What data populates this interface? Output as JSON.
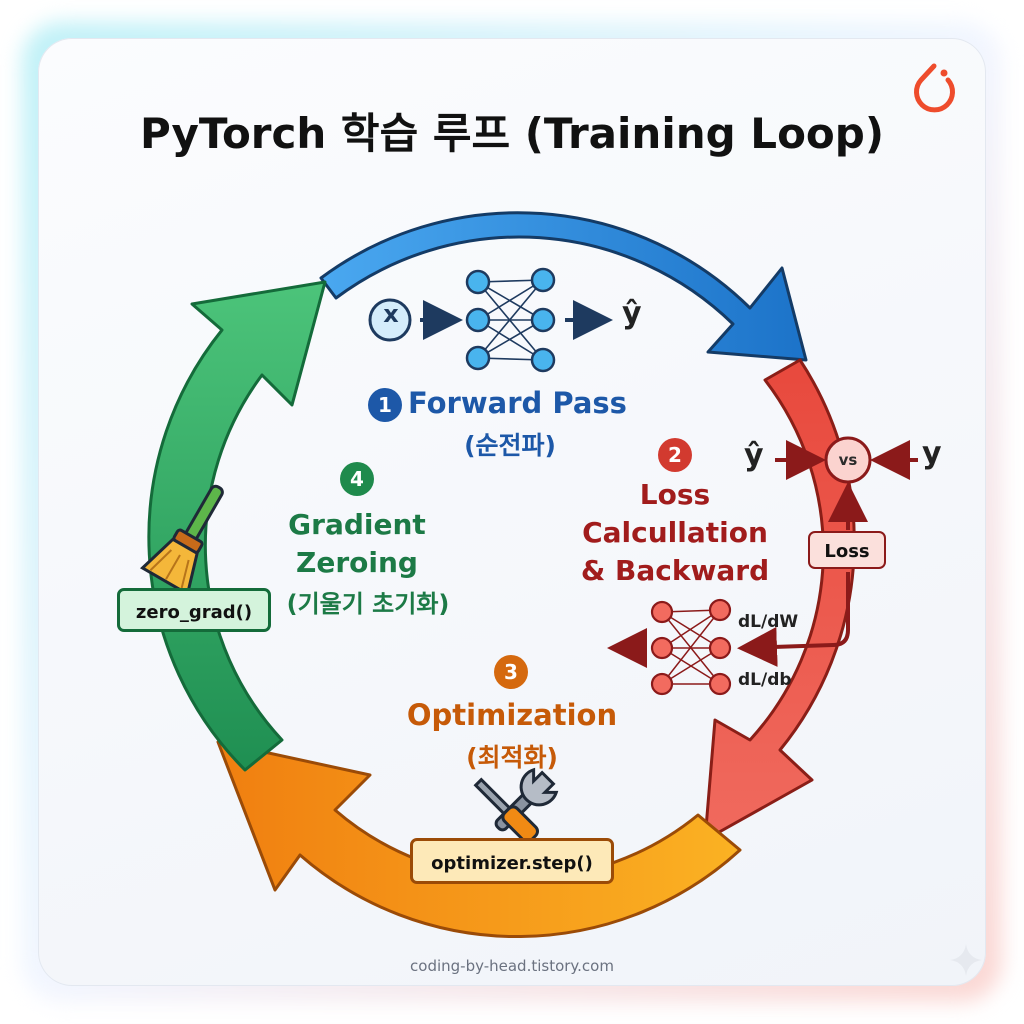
{
  "title": "PyTorch 학습 루프 (Training Loop)",
  "footer": "coding-by-head.tistory.com",
  "colors": {
    "forward": "#2b87d9",
    "loss": "#e04a3f",
    "optimize": "#f08a14",
    "zeroing": "#2e9e5b",
    "logo": "#ee4c2c"
  },
  "steps": [
    {
      "number": "1",
      "label_en": "Forward Pass",
      "label_ko": "(순전파)"
    },
    {
      "number": "2",
      "label_lines": [
        "Loss",
        "Calcullation",
        "& Backward"
      ]
    },
    {
      "number": "3",
      "label_en": "Optimization",
      "label_ko": "(최적화)"
    },
    {
      "number": "4",
      "label_lines": [
        "Gradient",
        "Zeroing",
        "(기울기 초기화)"
      ]
    }
  ],
  "forward": {
    "input": "x",
    "output": "ŷ"
  },
  "loss": {
    "pred": "ŷ",
    "target": "y",
    "compare": "vs",
    "box": "Loss",
    "grad_w": "dL/dW",
    "grad_b": "dL/db"
  },
  "code": {
    "optimizer_step": "optimizer.step()",
    "zero_grad": "zero_grad()"
  },
  "icons": [
    "pytorch-logo-icon",
    "neural-network-icon",
    "wrench-screwdriver-icon",
    "broom-icon"
  ]
}
